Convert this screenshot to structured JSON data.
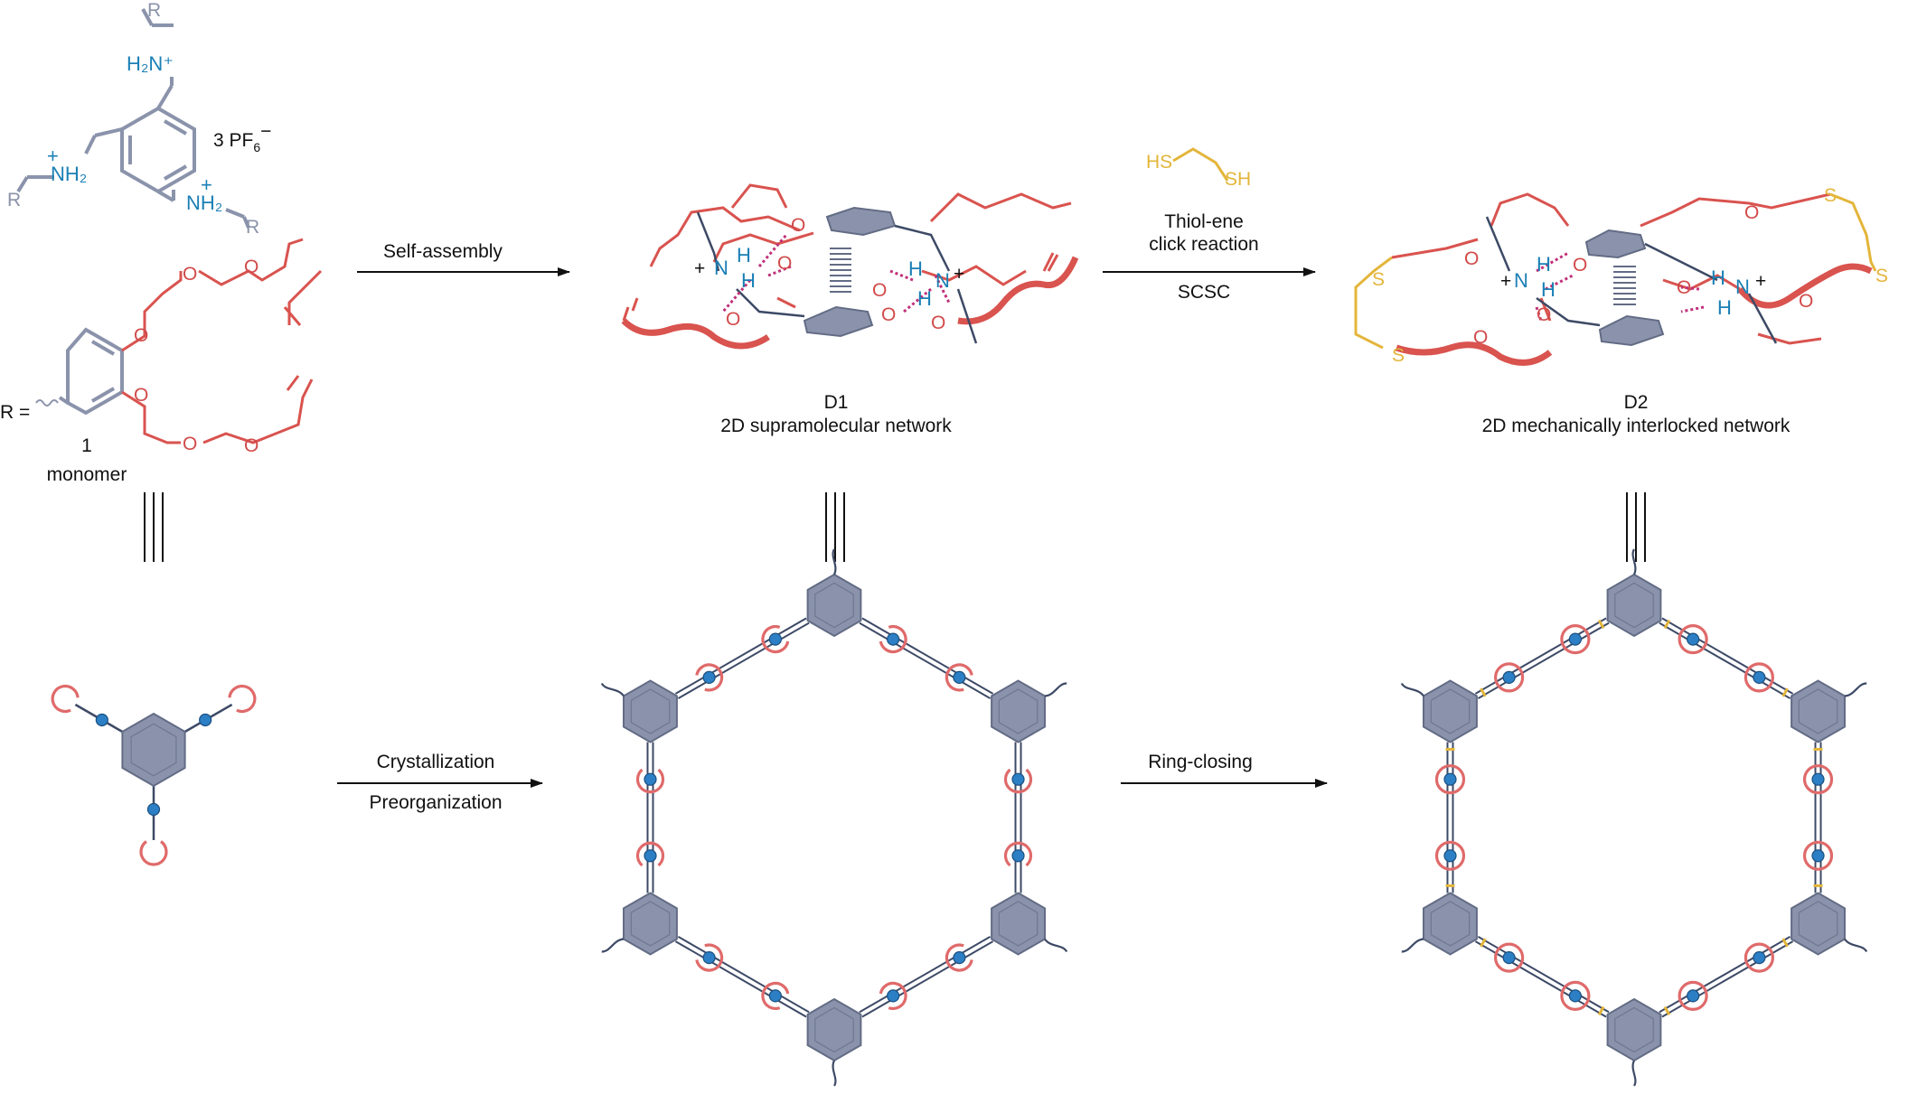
{
  "colors": {
    "benzene": "#8a93ab",
    "benzene_stroke": "#636c85",
    "crown": "#d9534f",
    "crown_light": "#e06a6a",
    "ammonium": "#1a7fb5",
    "ball": "#2c7fc4",
    "thiol": "#e3b53a",
    "hbond": "#c0307a",
    "axis": "#3d4a66",
    "arrow": "#111111"
  },
  "monomer": {
    "salt_label": "3 PF",
    "salt_sub": "6",
    "salt_charge": "−",
    "nh2_plus_top": "H₂N⁺",
    "nh2_left": "NH₂",
    "nh2_right": "NH₂",
    "plus": "+",
    "r_top": "R",
    "r_left": "R",
    "r_right": "R",
    "r_def": "R =",
    "oxygen": "O",
    "number": "1",
    "name": "monomer"
  },
  "thiol_reagent": {
    "hs": "HS",
    "sh": "SH"
  },
  "arrows": {
    "self_assembly": "Self-assembly",
    "thiol_ene_1": "Thiol-ene",
    "thiol_ene_2": "click reaction",
    "scsc": "SCSC",
    "crystallization": "Crystallization",
    "preorganization": "Preorganization",
    "ring_closing": "Ring-closing"
  },
  "d1": {
    "id": "D1",
    "title": "2D supramolecular network",
    "n": "N",
    "h": "H",
    "plus": "+",
    "oxygen": "O"
  },
  "d2": {
    "id": "D2",
    "title": "2D mechanically interlocked network",
    "n": "N",
    "h": "H",
    "plus": "+",
    "oxygen": "O",
    "sulfur": "S"
  }
}
